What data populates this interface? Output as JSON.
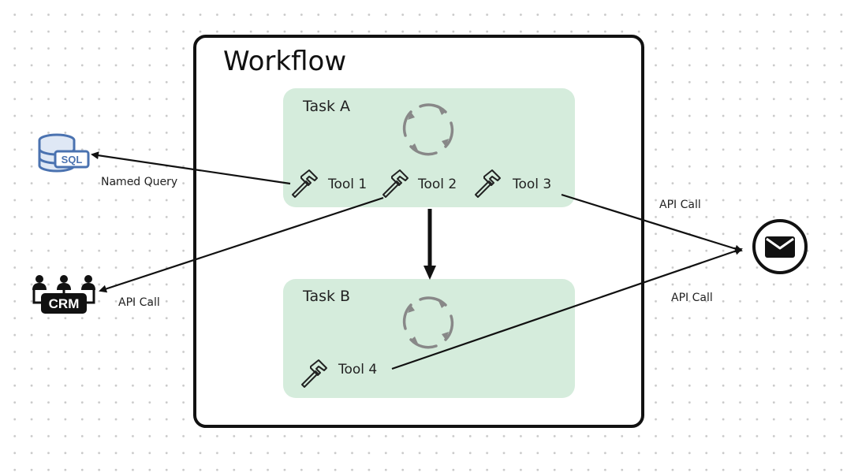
{
  "workflow": {
    "title": "Workflow"
  },
  "tasks": [
    {
      "title": "Task A",
      "tools": [
        "Tool 1",
        "Tool 2",
        "Tool 3"
      ]
    },
    {
      "title": "Task B",
      "tools": [
        "Tool 4"
      ]
    }
  ],
  "external": {
    "database_badge": "SQL",
    "crm_badge": "CRM"
  },
  "edges": [
    {
      "from": "Tool 1",
      "to": "database",
      "label": "Named Query"
    },
    {
      "from": "Tool 2",
      "to": "crm",
      "label": "API Call"
    },
    {
      "from": "Tool 3",
      "to": "email",
      "label": "API Call"
    },
    {
      "from": "Tool 4",
      "to": "email",
      "label": "API Call"
    },
    {
      "from": "Task A",
      "to": "Task B",
      "label": ""
    }
  ],
  "colors": {
    "task_fill": "#d5ecdc",
    "stroke": "#111111",
    "cycle": "#888888",
    "db_blue": "#4a72b0"
  }
}
